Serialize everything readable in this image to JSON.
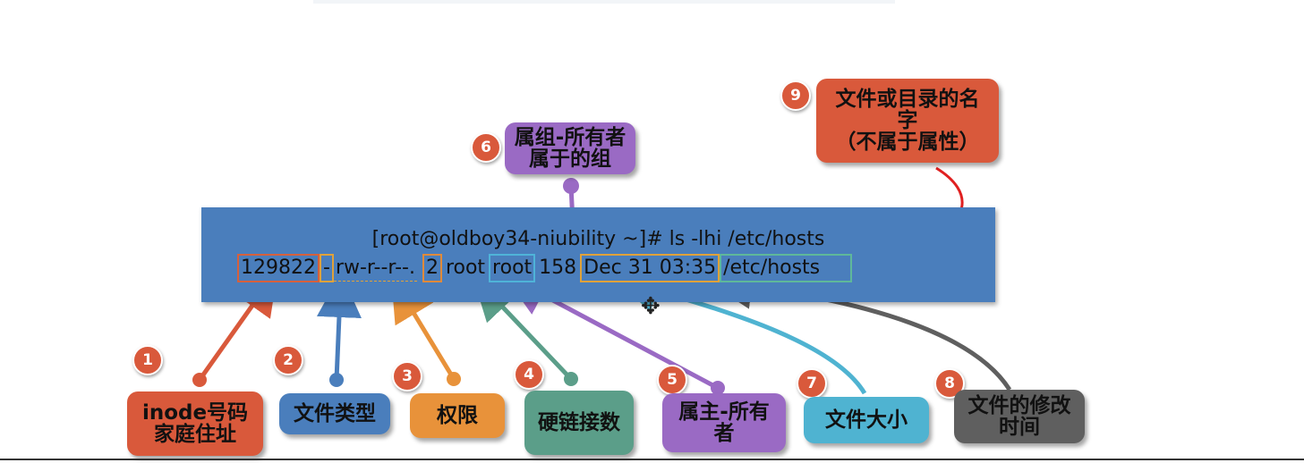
{
  "terminal": {
    "command": "[root@oldboy34-niubility ~]# ls -lhi /etc/hosts",
    "output": {
      "inode": "129822",
      "type": "-",
      "perm": "rw-r--r--.",
      "links": "2",
      "owner": "root",
      "group": "root",
      "size": "158",
      "date": "Dec 31 03:35",
      "name": "/etc/hosts"
    }
  },
  "callouts": [
    {
      "num": "1",
      "label": "inode号码\n家庭住址",
      "color": "#d9593b"
    },
    {
      "num": "2",
      "label": "文件类型",
      "color": "#4a7ebc"
    },
    {
      "num": "3",
      "label": "权限",
      "color": "#e8923a"
    },
    {
      "num": "4",
      "label": "硬链接数",
      "color": "#5b9e89"
    },
    {
      "num": "5",
      "label": "属主-所有\n者",
      "color": "#9a6ac4"
    },
    {
      "num": "6",
      "label": "属组-所有者\n属于的组",
      "color": "#9a6ac4"
    },
    {
      "num": "7",
      "label": "文件大小",
      "color": "#4fb3d1"
    },
    {
      "num": "8",
      "label": "文件的修改\n时间",
      "color": "#5f5f5f"
    },
    {
      "num": "9",
      "label": "文件或目录的名\n字\n（不属于属性）",
      "color": "#d9593b"
    }
  ]
}
